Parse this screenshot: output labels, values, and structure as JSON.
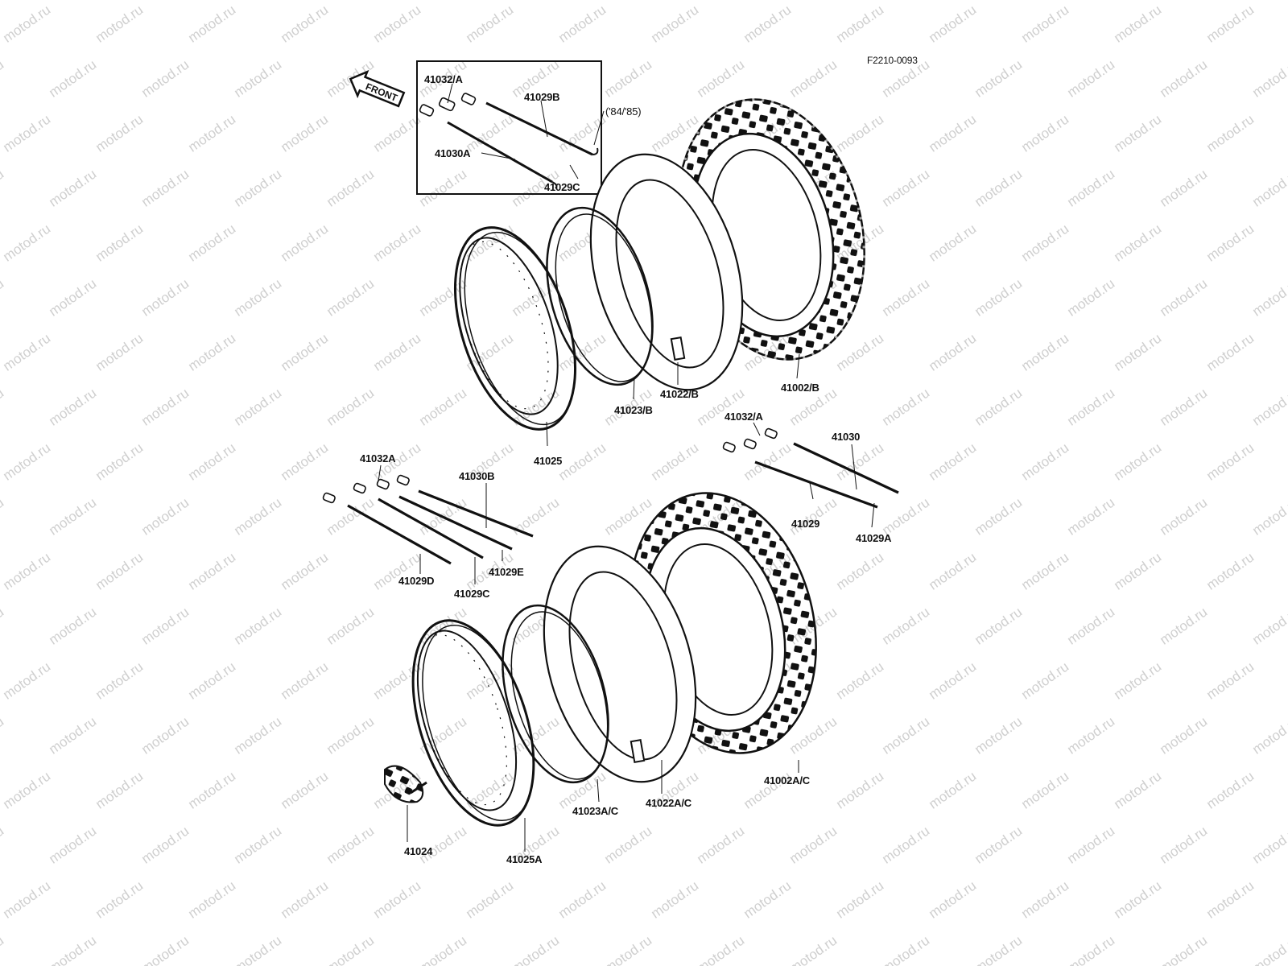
{
  "header": {
    "figure_code": "F2210-0093"
  },
  "front_arrow": {
    "label": "FRONT"
  },
  "inset": {
    "note": "('84/'85)",
    "labels": {
      "nipple": "41032/A",
      "spoke_b": "41029B",
      "spoke_a": "41030A",
      "spoke_c": "41029C"
    }
  },
  "front_wheel": {
    "tire": "41002/B",
    "tube": "41022/B",
    "rim_band": "41023/B",
    "rim": "41025"
  },
  "front_spokes": {
    "nipple": "41032/A",
    "spoke_1": "41030",
    "spoke_2": "41029",
    "spoke_3": "41029A"
  },
  "rear_spokes": {
    "nipple": "41032A",
    "spoke_1": "41030B",
    "spoke_2": "41029D",
    "spoke_3": "41029C",
    "spoke_4": "41029E"
  },
  "rear_wheel": {
    "tire": "41002A/C",
    "tube": "41022A/C",
    "rim_band": "41023A/C",
    "rim": "41025A",
    "rim_lock": "41024"
  },
  "watermark": {
    "text": "motod.ru"
  }
}
